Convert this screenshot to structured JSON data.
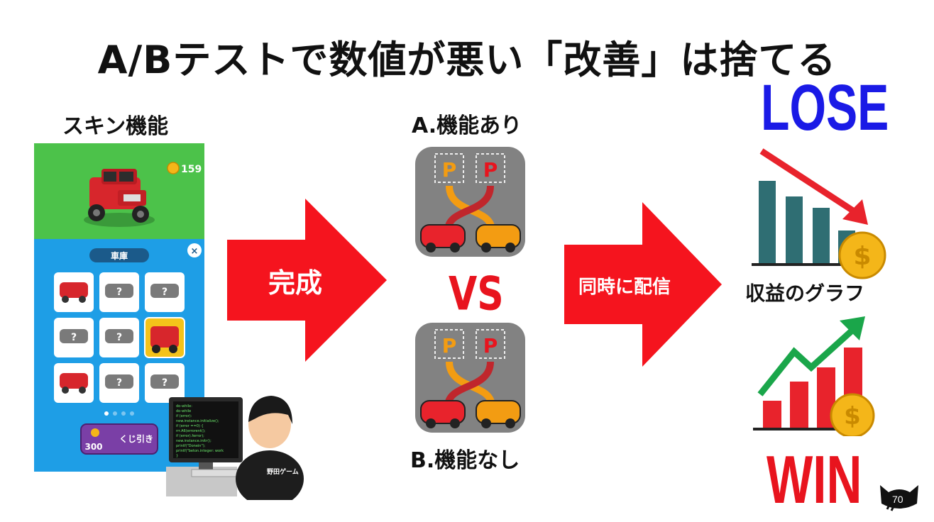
{
  "slide": {
    "title": "A/Bテストで数値が悪い「改善」は捨てる",
    "skin_label": "スキン機能",
    "arrow1_label": "完成",
    "variant_a_label": "A.機能あり",
    "vs_label": "VS",
    "variant_b_label": "B.機能なし",
    "arrow2_label": "同時に配信",
    "lose_label": "LOSE",
    "graph_label": "収益のグラフ",
    "win_label": "WIN",
    "page_number": "70"
  },
  "game_screen": {
    "coin_count": "159",
    "garage_title": "車庫",
    "gacha_price": "300",
    "gacha_label": "くじ引き"
  },
  "parking_icon": {
    "p1": "P",
    "p2": "P"
  },
  "shirt_text": "野田ゲーム",
  "code_lines": [
    "do-while:",
    "do-while",
    "  if (error):",
    "  new.instance.initialize();",
    "  if (error ==0) {",
    "  rrr.A6(errorent();",
    "  if (error).ferror);",
    "  new.instance.initr();",
    "  printf(\"Donein\");",
    "  printf(\"beton.integer: work",
    "  }"
  ],
  "colors": {
    "arrow_red": "#f5141e",
    "lose_blue": "#1a1ae6",
    "win_red": "#e8141e",
    "bar_teal": "#2f6e73",
    "bar_red": "#e8232c",
    "trend_green": "#1aa64a",
    "game_green": "#4cc24a",
    "game_blue": "#1e9ee6",
    "coin_gold": "#f4b619"
  }
}
